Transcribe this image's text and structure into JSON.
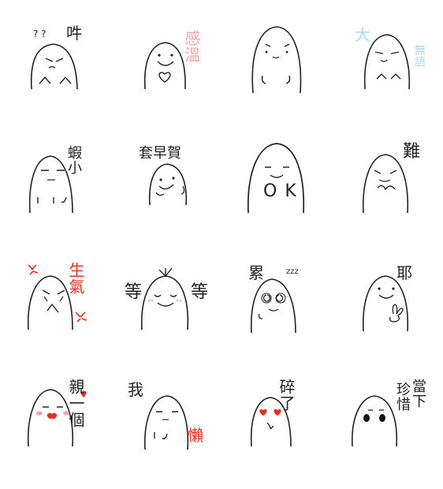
{
  "title": "",
  "colors": {
    "ink": "#222222",
    "pink": "#f4a7a7",
    "light_blue": "#a7dcf2",
    "red": "#e8301f",
    "blush": "#f5a0a0"
  },
  "stickers": [
    {
      "id": "s1",
      "caption": "吽",
      "marks": "? ?",
      "caption_color": "#222222"
    },
    {
      "id": "s2",
      "caption": "感溫",
      "caption_color": "#f4a7a7"
    },
    {
      "id": "s3",
      "caption": "",
      "caption_color": "#222222"
    },
    {
      "id": "s4",
      "caption": "大",
      "caption2": "無語",
      "caption_color": "#a7dcf2"
    },
    {
      "id": "s5",
      "caption": "蝦小",
      "caption_color": "#222222"
    },
    {
      "id": "s6",
      "caption": "套早賀",
      "caption_color": "#222222"
    },
    {
      "id": "s7",
      "caption": "OK",
      "caption_color": "#222222"
    },
    {
      "id": "s8",
      "caption": "難",
      "caption_color": "#222222"
    },
    {
      "id": "s9",
      "caption": "生氣",
      "caption_color": "#e8301f"
    },
    {
      "id": "s10",
      "caption": "等",
      "caption2": "等",
      "caption_color": "#222222"
    },
    {
      "id": "s11",
      "caption": "累",
      "marks": "zzz",
      "caption_color": "#222222"
    },
    {
      "id": "s12",
      "caption": "耶",
      "caption_color": "#222222"
    },
    {
      "id": "s13",
      "caption": "親一個",
      "caption_color": "#222222"
    },
    {
      "id": "s14",
      "caption": "我",
      "caption2": "懶",
      "caption_color": "#222222"
    },
    {
      "id": "s15",
      "caption": "碎了",
      "caption_color": "#222222"
    },
    {
      "id": "s16",
      "caption": "珍惜",
      "caption2": "當下",
      "caption_color": "#222222"
    }
  ]
}
